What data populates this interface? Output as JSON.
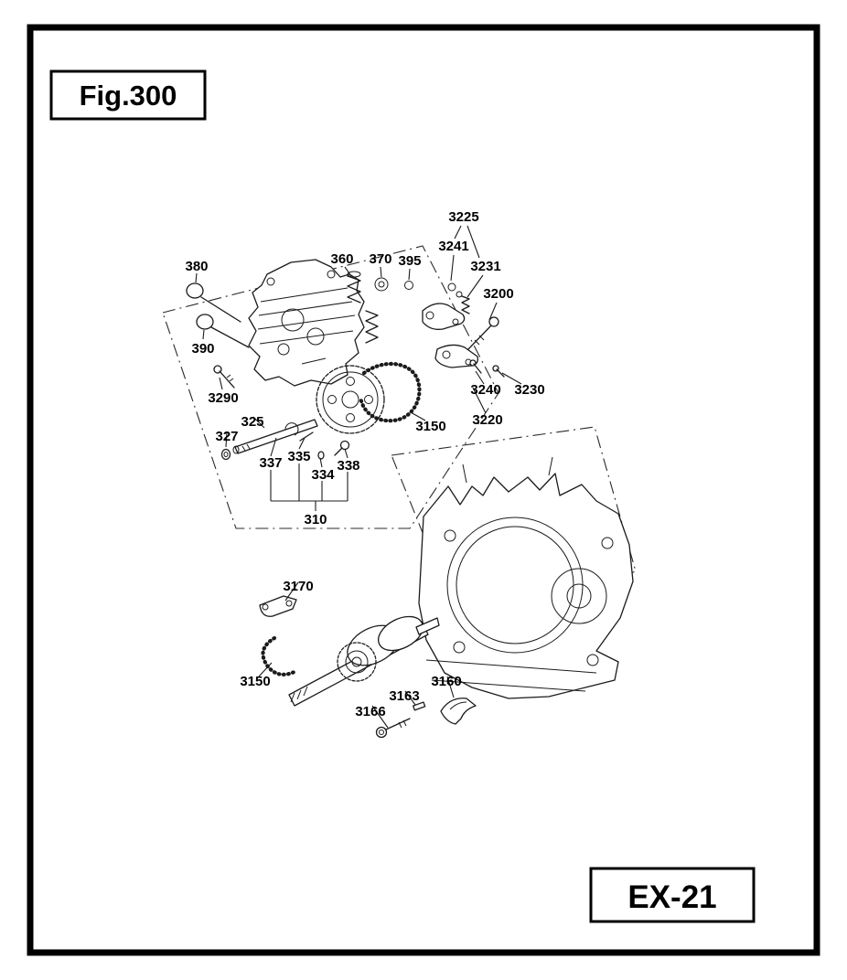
{
  "figure": {
    "label": "Fig.300"
  },
  "page": {
    "code": "EX-21"
  },
  "parts": {
    "p380": "380",
    "p390": "390",
    "p3290": "3290",
    "p360": "360",
    "p370": "370",
    "p395": "395",
    "p3225": "3225",
    "p3241": "3241",
    "p3231": "3231",
    "p3200": "3200",
    "p3240": "3240",
    "p3230": "3230",
    "p3220": "3220",
    "p3150_upper": "3150",
    "p325": "325",
    "p327": "327",
    "p337": "337",
    "p335": "335",
    "p334": "334",
    "p338": "338",
    "p310": "310",
    "p3170": "3170",
    "p3150_lower": "3150",
    "p3160": "3160",
    "p3163": "3163",
    "p3166": "3166"
  }
}
